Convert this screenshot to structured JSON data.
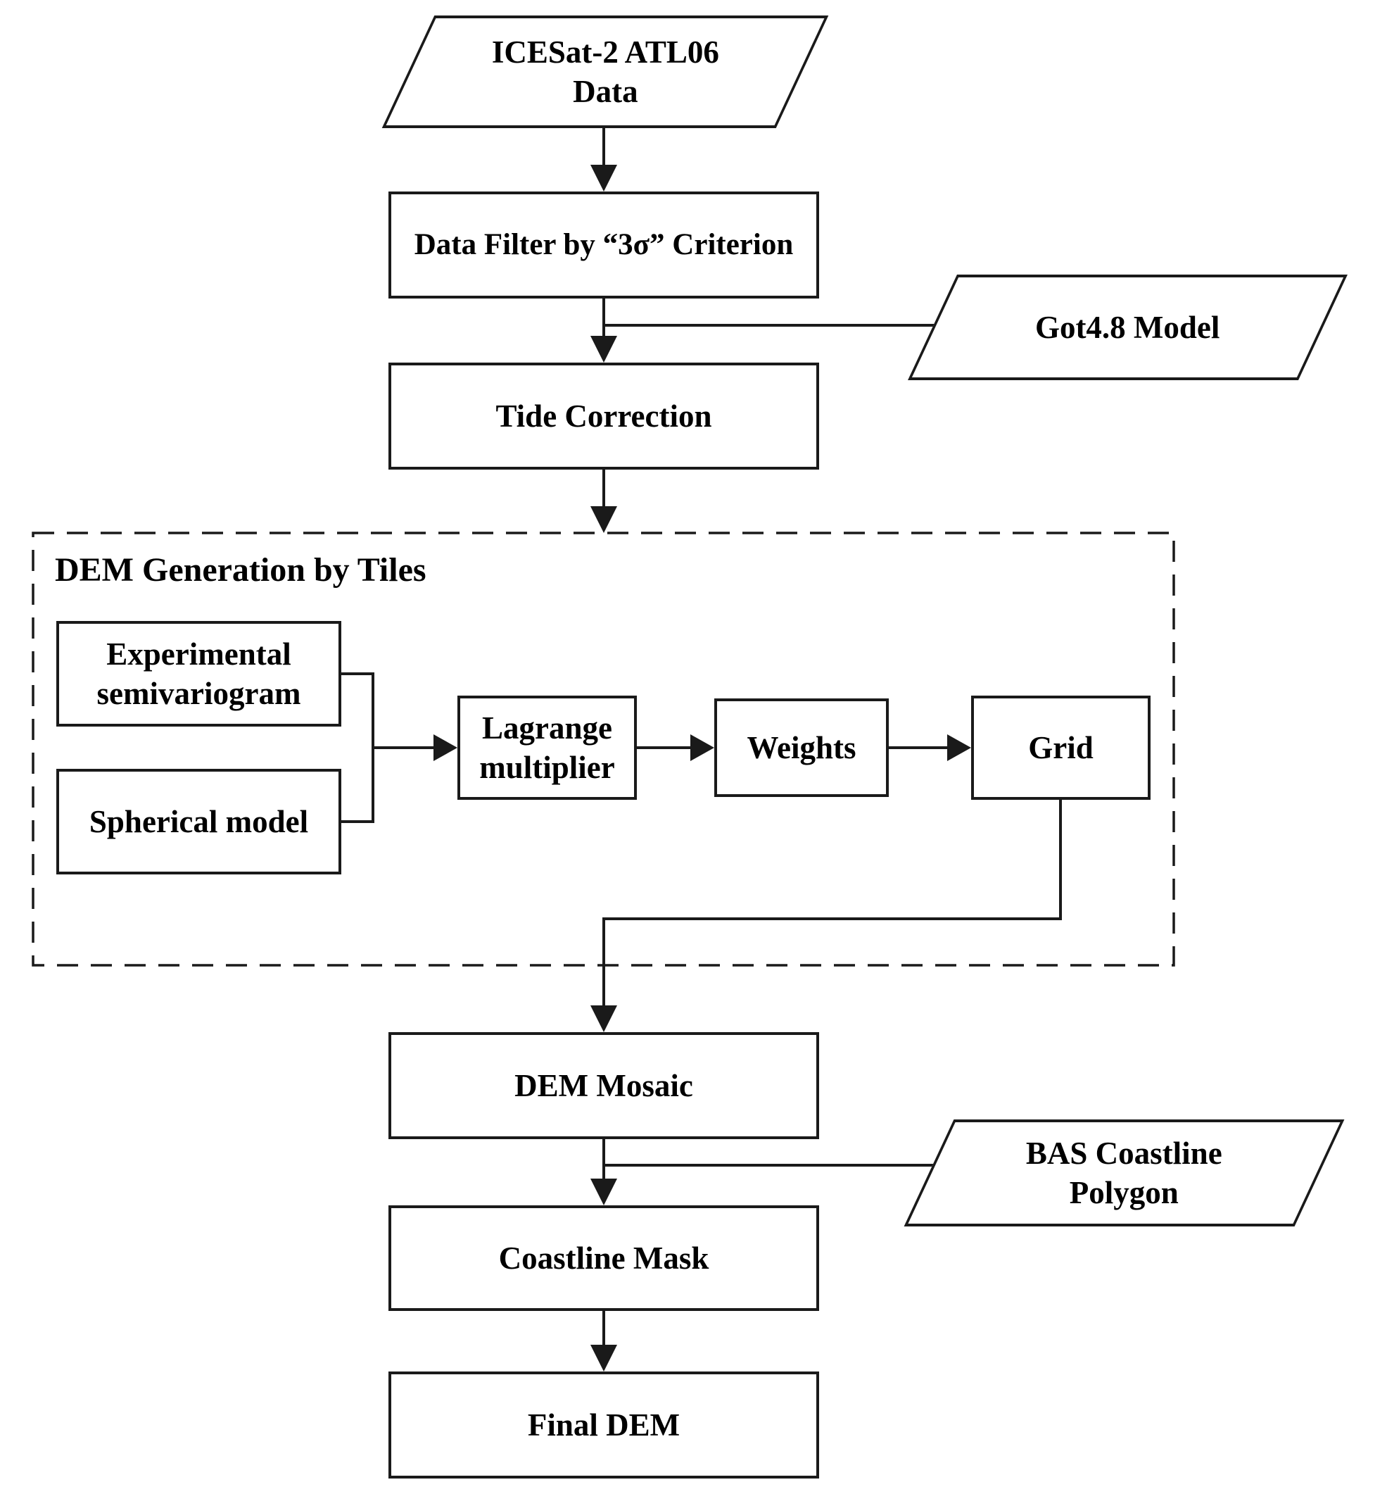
{
  "nodes": {
    "icesat_data": {
      "label": "ICESat-2 ATL06\nData"
    },
    "data_filter": {
      "label": "Data Filter by “3σ” Criterion"
    },
    "got48_model": {
      "label": "Got4.8 Model"
    },
    "tide_correction": {
      "label": "Tide Correction"
    },
    "dem_generation_group": {
      "label": "DEM Generation by Tiles"
    },
    "experimental_semivariogram": {
      "label": "Experimental\nsemivariogram"
    },
    "spherical_model": {
      "label": "Spherical model"
    },
    "lagrange_multiplier": {
      "label": "Lagrange\nmultiplier"
    },
    "weights": {
      "label": "Weights"
    },
    "grid": {
      "label": "Grid"
    },
    "dem_mosaic": {
      "label": "DEM Mosaic"
    },
    "bas_coastline_polygon": {
      "label": "BAS Coastline\nPolygon"
    },
    "coastline_mask": {
      "label": "Coastline Mask"
    },
    "final_dem": {
      "label": "Final DEM"
    }
  },
  "colors": {
    "line": "#1a1a1a",
    "border": "#1a1a1a",
    "background": "#ffffff",
    "text": "#000000"
  }
}
